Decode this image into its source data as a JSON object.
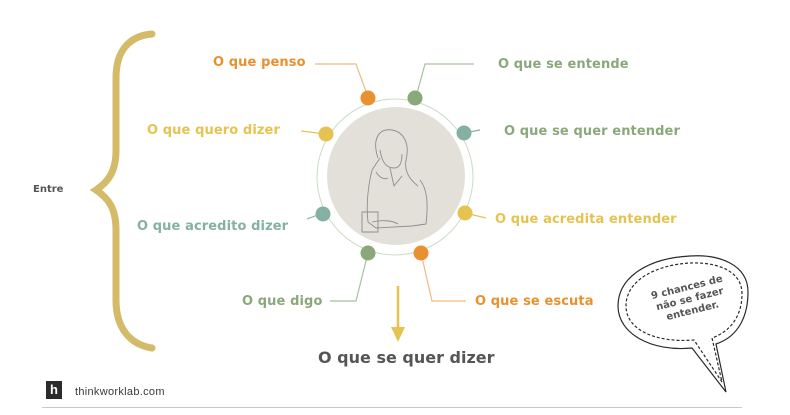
{
  "entre_label": "Entre",
  "colors": {
    "brace": "#d4bb6a",
    "orange": "#e9912f",
    "green": "#8aa87a",
    "teal": "#84b1a3",
    "yellow": "#e6c350",
    "ring": "#c9dcc4",
    "disc": "#e3e0d9",
    "text_dark": "#555555"
  },
  "nodes": [
    {
      "label": "O que penso",
      "color": "orange"
    },
    {
      "label": "O que se entende",
      "color": "green"
    },
    {
      "label": "O que quero dizer",
      "color": "yellow"
    },
    {
      "label": "O que se quer entender",
      "color": "green"
    },
    {
      "label": "O que acredito dizer",
      "color": "teal"
    },
    {
      "label": "O que acredita entender",
      "color": "yellow"
    },
    {
      "label": "O que digo",
      "color": "green"
    },
    {
      "label": "O que se escuta",
      "color": "orange"
    }
  ],
  "result_label": "O que se quer dizer",
  "speech_bubble": {
    "line1": "9 chances de",
    "line2": "não se fazer",
    "line3": "entender."
  },
  "footer": {
    "logo_letter": "h",
    "url": "thinkworklab.com"
  }
}
